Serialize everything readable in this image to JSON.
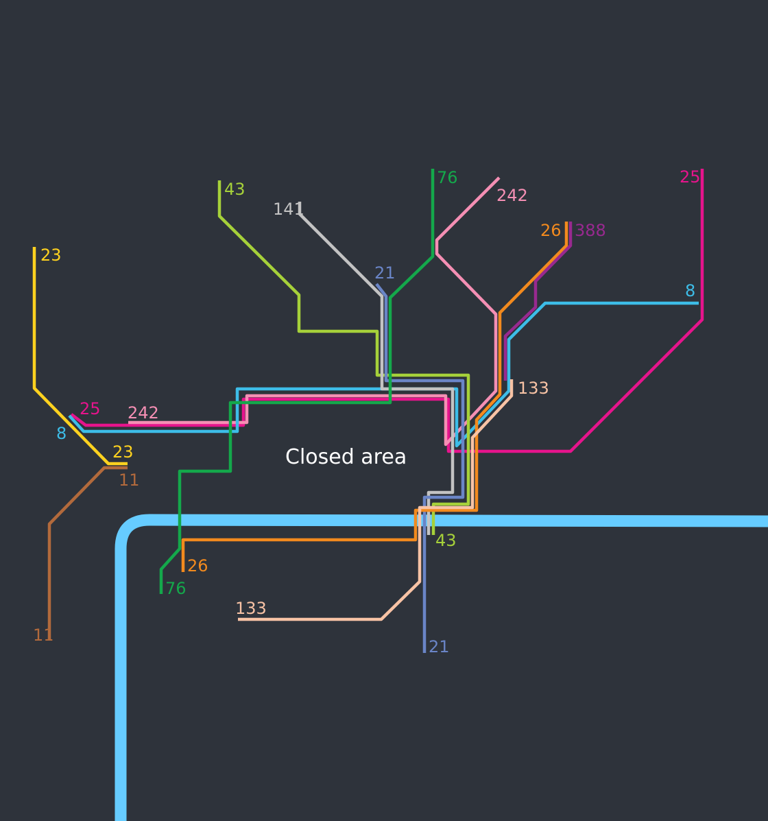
{
  "map": {
    "closed_area_label": "Closed area",
    "background_color": "#2e333b",
    "river_color": "#66ccff",
    "routes": [
      {
        "id": "r23",
        "number": "23",
        "color": "#ffd21f",
        "labels": [
          "23",
          "23"
        ]
      },
      {
        "id": "r11",
        "number": "11",
        "color": "#b26a3c",
        "labels": [
          "11",
          "11"
        ]
      },
      {
        "id": "r25",
        "number": "25",
        "color": "#e6148c",
        "labels": [
          "25",
          "25"
        ]
      },
      {
        "id": "r242",
        "number": "242",
        "color": "#f58fb4",
        "labels": [
          "242",
          "242"
        ]
      },
      {
        "id": "r8",
        "number": "8",
        "color": "#3dbde8",
        "labels": [
          "8",
          "8"
        ]
      },
      {
        "id": "r43",
        "number": "43",
        "color": "#a6d13a",
        "labels": [
          "43",
          "43"
        ]
      },
      {
        "id": "r141",
        "number": "141",
        "color": "#c3c3c3",
        "labels": [
          "141"
        ]
      },
      {
        "id": "r21",
        "number": "21",
        "color": "#6a85c7",
        "labels": [
          "21",
          "21"
        ]
      },
      {
        "id": "r76",
        "number": "76",
        "color": "#14a84b",
        "labels": [
          "76",
          "76"
        ]
      },
      {
        "id": "r26",
        "number": "26",
        "color": "#f28a1e",
        "labels": [
          "26",
          "26"
        ]
      },
      {
        "id": "r388",
        "number": "388",
        "color": "#98298f",
        "labels": [
          "388"
        ]
      },
      {
        "id": "r133",
        "number": "133",
        "color": "#f8c3a5",
        "labels": [
          "133",
          "133"
        ]
      }
    ]
  }
}
